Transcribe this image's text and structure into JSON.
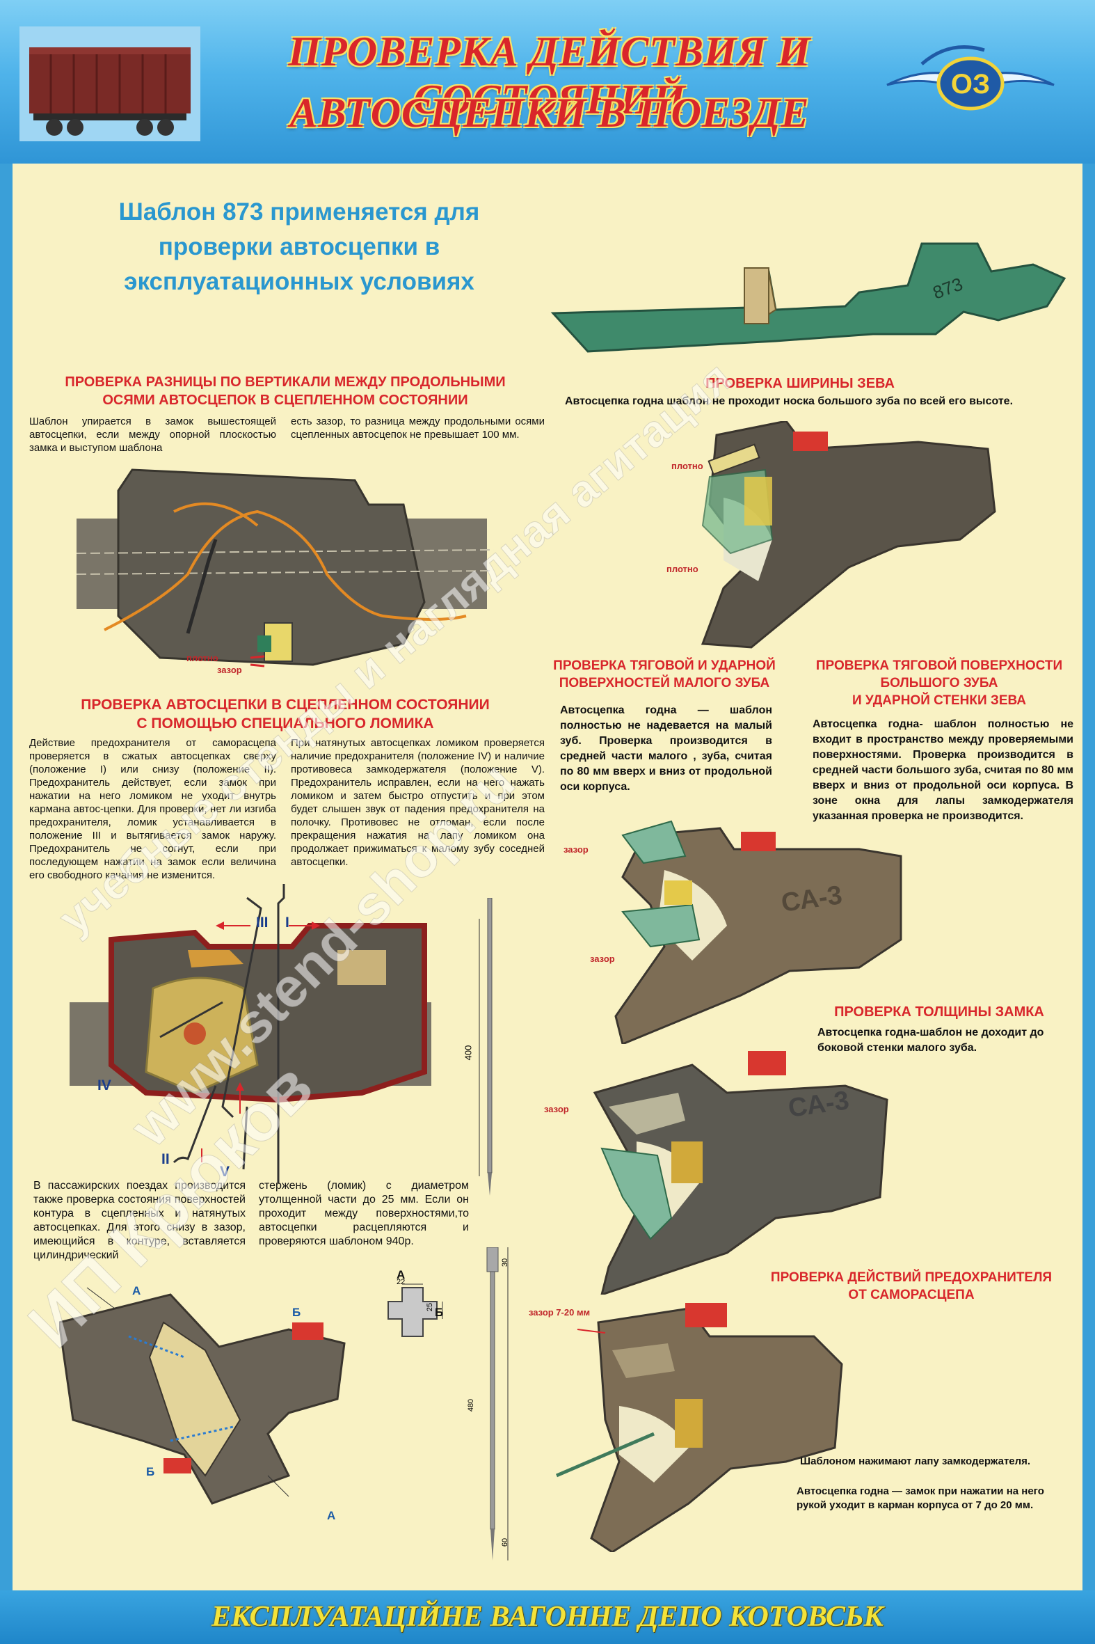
{
  "header": {
    "title_line1": "ПРОВЕРКА ДЕЙСТВИЯ И СОСТОЯНИЙ",
    "title_line2": "АВТОСЦЕПКИ В ПОЕЗДЕ",
    "logo_text": "ОЗ"
  },
  "intro": {
    "line1": "Шаблон 873 применяется для",
    "line2": "проверки автосцепки в",
    "line3": "эксплуатационных условиях",
    "template_marking": "873"
  },
  "sec_vertical": {
    "title_line1": "ПРОВЕРКА РАЗНИЦЫ ПО ВЕРТИКАЛИ МЕЖДУ ПРОДОЛЬНЫМИ",
    "title_line2": "ОСЯМИ АВТОСЦЕПОК В СЦЕПЛЕННОМ СОСТОЯНИИ",
    "col1": "Шаблон упирается в замок вышестоящей автосцепки, если между опорной плоскостью замка и выступом шаблона",
    "col2": "есть зазор, то разница между продольными осями сцепленных автосцепок не превышает 100 мм.",
    "label_tight": "плотно",
    "label_gap": "зазор"
  },
  "sec_lever": {
    "title_line1": "ПРОВЕРКА АВТОСЦЕПКИ В СЦЕПЛЕННОМ СОСТОЯНИИ",
    "title_line2": "С ПОМОЩЬЮ СПЕЦИАЛЬНОГО ЛОМИКА",
    "col1": "Действие предохранителя от саморасцепа проверяется в сжатых автосцепках сверху (положение I) или снизу (положение II). Предохранитель действует, если замок при нажатии на него ломиком не уходит внутрь кармана автос-цепки. Для проверки, нет ли изгиба предохранителя, ломик устанавливается в положение III и вытягивается замок наружу. Предохранитель не согнут, если при последующем нажатии на замок если величина его свободного качания не изменится.",
    "col2": "При натянутых автосцепках ломиком проверяется наличие предохранителя (положение IV) и наличие противовеса замкодержателя (положение V). Предохранитель исправлен, если на него нажать ломиком и затем быстро отпустить и при этом будет слышен звук от падения предохранителя на полочку. Противовес не отломан, если после прекращения нажатия на лапу ломиком она продолжает прижиматься к малому зубу соседней автосцепки.",
    "pos_I": "I",
    "pos_II": "II",
    "pos_III": "III",
    "pos_IV": "IV",
    "pos_V": "V",
    "rod_length": "400"
  },
  "sec_passenger": {
    "col1": "В пассажирских поездах производится также проверка состояния поверхностей контура в сцепленных и натянутых автосцепках. Для этого снизу в зазор, имеющийся в контуре, вставляется цилиндрический",
    "col2": "стержень (ломик) с диаметром утолщенной части до 25 мм. Если он проходит между поверхностями,то автосцепки расцепляются и проверяются шаблоном 940р.",
    "section_A": "А",
    "section_B": "Б",
    "dim_22": "22",
    "dim_25": "25",
    "dim_30": "30",
    "dim_480": "480",
    "dim_60": "60"
  },
  "sec_width": {
    "title": "ПРОВЕРКА ШИРИНЫ ЗЕВА",
    "text": "Автосцепка годна шаблон не проходит носка большого зуба по всей его высоте.",
    "label_tight1": "плотно",
    "label_tight2": "плотно"
  },
  "sec_small_tooth": {
    "title_line1": "ПРОВЕРКА ТЯГОВОЙ И УДАРНОЙ",
    "title_line2": "ПОВЕРХНОСТЕЙ МАЛОГО ЗУБА",
    "text": "Автосцепка годна — шаблон полностью не надевается на малый зуб. Проверка производится в средней части малого , зуба, считая по 80 мм вверх и вниз от продольной оси корпуса."
  },
  "sec_big_tooth": {
    "title_line1": "ПРОВЕРКА ТЯГОВОЙ ПОВЕРХНОСТИ",
    "title_line2": "БОЛЬШОГО ЗУБА",
    "title_line3": "И УДАРНОЙ СТЕНКИ ЗЕВА",
    "text": "Автосцепка годна- шаблон полностью не входит в пространство между проверяемыми поверхностями. Проверка производится в средней части большого зуба, считая по 80 мм вверх и вниз от продольной оси корпуса. В зоне окна для лапы замкодержателя указанная проверка не производится.",
    "gap1": "зазор",
    "gap2": "зазор",
    "casting": "СА-3"
  },
  "sec_lock": {
    "title": "ПРОВЕРКА ТОЛЩИНЫ ЗАМКА",
    "text": "Автосцепка годна-шаблон не доходит до боковой стенки малого зуба.",
    "gap": "зазор",
    "casting": "СА-3"
  },
  "sec_safety": {
    "title_line1": "ПРОВЕРКА ДЕЙСТВИЙ ПРЕДОХРАНИТЕЛЯ",
    "title_line2": "ОТ САМОРАСЦЕПА",
    "gap": "зазор 7-20 мм",
    "text1": "Шаблоном нажимают лапу замкодержателя.",
    "text2": "Автосцепка годна — замок при нажатии на него рукой уходит в карман корпуса от 7 до 20 мм."
  },
  "footer": {
    "text": "ЕКСПЛУАТАЦІЙНЕ ВАГОННЕ ДЕПО КОТОВСЬК"
  },
  "watermark": {
    "line1": "учебные стенды и наглядная агитация",
    "line2": "www.stend-shop.ru",
    "line3": "ИП Крюков"
  },
  "colors": {
    "panel": "#f9f2c4",
    "header_blue": "#3a9fd8",
    "title_red": "#d8262b",
    "intro_blue": "#2a97cf",
    "footer_yellow": "#f4e33a",
    "template_green": "#3f8a6b",
    "metal": "#6b6152"
  }
}
